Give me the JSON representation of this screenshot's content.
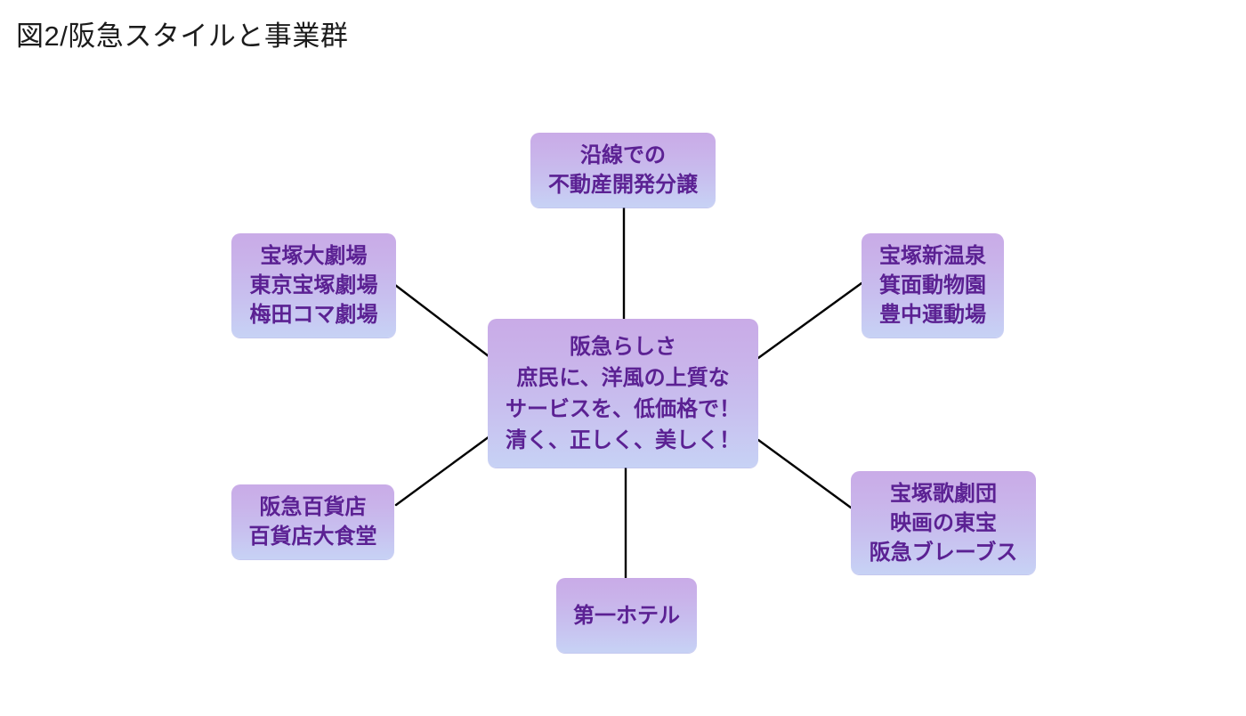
{
  "page": {
    "title": "図2/阪急スタイルと事業群"
  },
  "colors": {
    "background": "#ffffff",
    "box_gradient_top": "#c9abe7",
    "box_gradient_bottom": "#c7d2f5",
    "box_text": "#5b2193",
    "title_text": "#1c1c1c",
    "connector_line": "#000000"
  },
  "diagram": {
    "center": {
      "lines": [
        "阪急らしさ",
        "庶民に、洋風の上質な",
        "サービスを、低価格で！",
        "清く、正しく、美しく！"
      ]
    },
    "nodes": {
      "top": {
        "lines": [
          "沿線での",
          "不動産開発分譲"
        ]
      },
      "upper_left": {
        "lines": [
          "宝塚大劇場",
          "東京宝塚劇場",
          "梅田コマ劇場"
        ]
      },
      "upper_right": {
        "lines": [
          "宝塚新温泉",
          "箕面動物園",
          "豊中運動場"
        ]
      },
      "lower_left": {
        "lines": [
          "阪急百貨店",
          "百貨店大食堂"
        ]
      },
      "lower_right": {
        "lines": [
          "宝塚歌劇団",
          "映画の東宝",
          "阪急ブレーブス"
        ]
      },
      "bottom": {
        "lines": [
          "第一ホテル"
        ]
      }
    },
    "edges": [
      {
        "from": "center",
        "to": "top"
      },
      {
        "from": "center",
        "to": "upper_left"
      },
      {
        "from": "center",
        "to": "upper_right"
      },
      {
        "from": "center",
        "to": "lower_left"
      },
      {
        "from": "center",
        "to": "lower_right"
      },
      {
        "from": "center",
        "to": "bottom"
      }
    ]
  }
}
